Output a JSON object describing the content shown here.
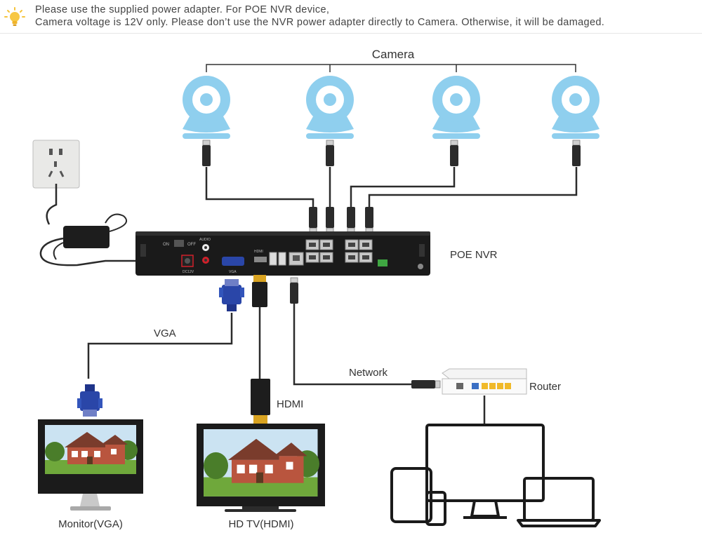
{
  "notice": {
    "icon": "lightbulb-icon",
    "line1": "Please use the supplied power adapter. For POE NVR device,",
    "line2": "Camera voltage is 12V only. Please don’t use the NVR power adapter directly to Camera. Otherwise, it will be damaged."
  },
  "diagram": {
    "camera_label": "Camera",
    "nvr_label": "POE NVR",
    "vga_label": "VGA",
    "hdmi_label": "HDMI",
    "network_label": "Network",
    "router_label": "Router",
    "monitor_label": "Monitor(VGA)",
    "tv_label": "HD TV(HDMI)",
    "nvr_panel_labels": {
      "on": "ON",
      "off": "OFF",
      "audio": "AUDIO",
      "vga": "VGA",
      "hdmi": "HDMI",
      "dc": "DC12V"
    }
  },
  "colors": {
    "camera_blue": "#8fcfee",
    "cable": "#2b2b2b",
    "vga_blue": "#2a46a8",
    "hdmi_gold": "#d9a321",
    "router_port": "#f0b929"
  }
}
